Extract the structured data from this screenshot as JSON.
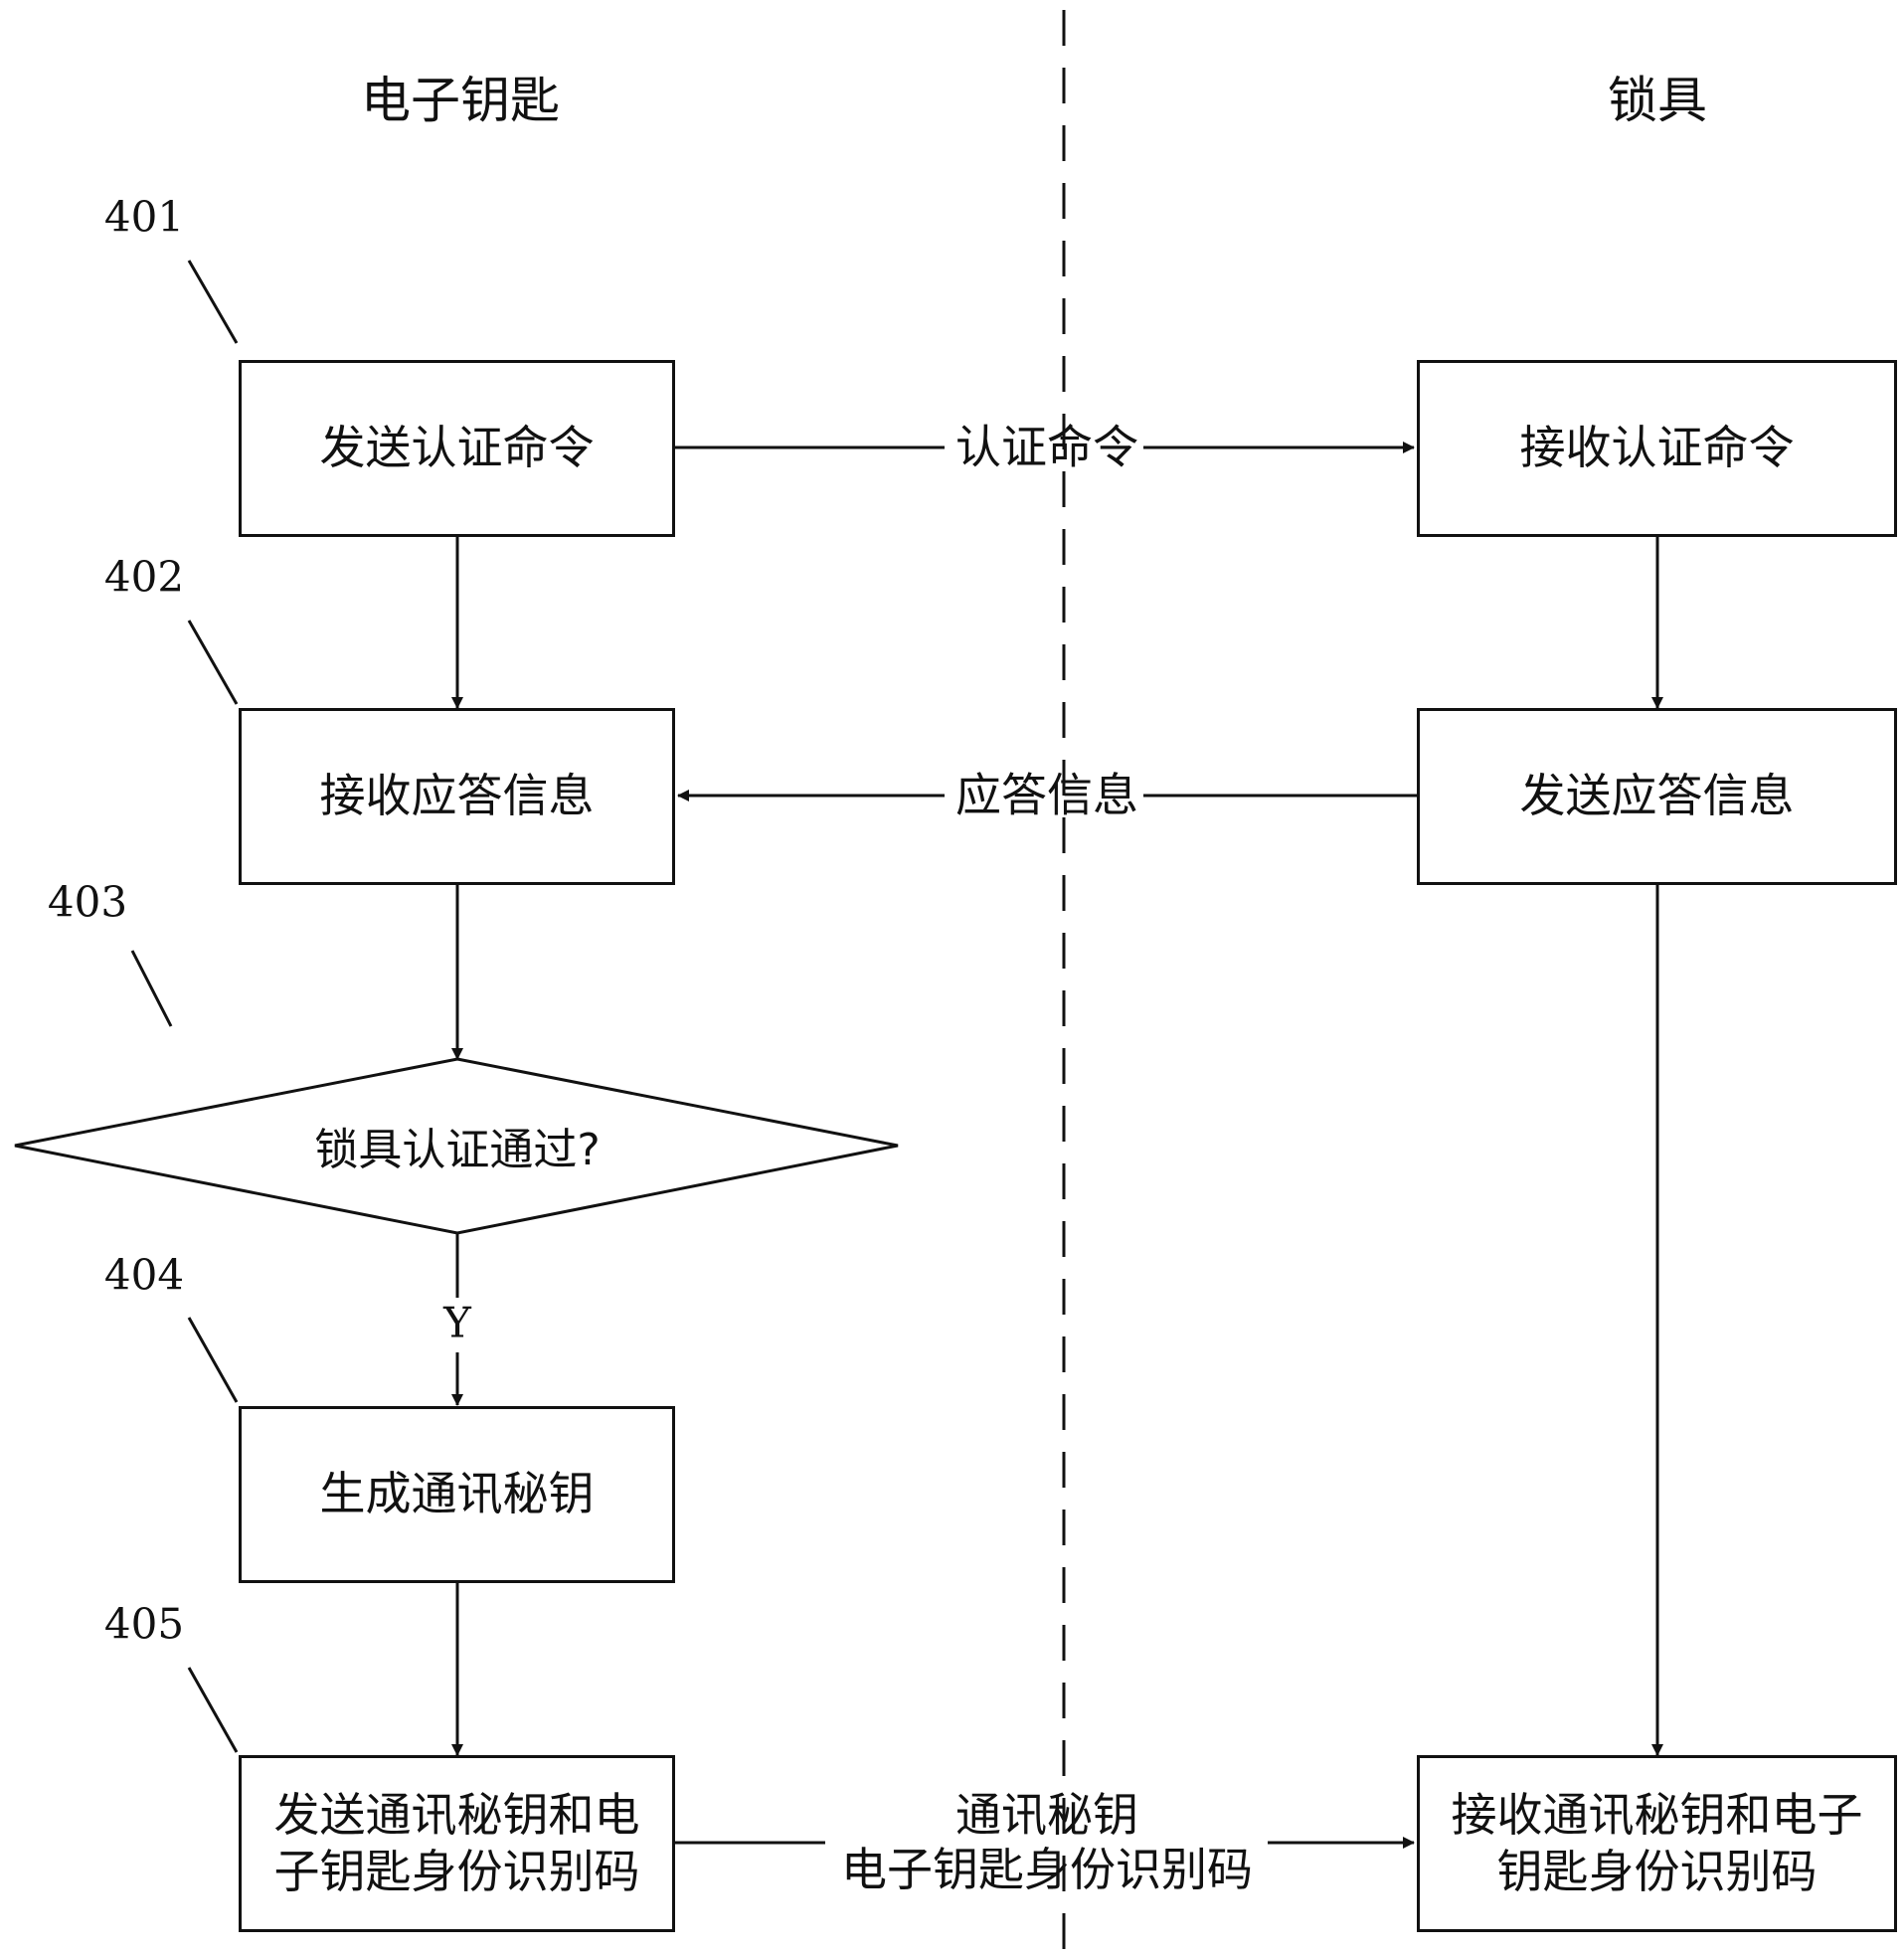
{
  "lanes": {
    "left": "电子钥匙",
    "right": "锁具"
  },
  "steps": {
    "s401": "401",
    "s402": "402",
    "s403": "403",
    "s404": "404",
    "s405": "405"
  },
  "boxes": {
    "send_auth_cmd": "发送认证命令",
    "recv_answer": "接收应答信息",
    "gen_key": "生成通讯秘钥",
    "send_key_id": "发送通讯秘钥和电\n子钥匙身份识别码",
    "recv_auth_cmd": "接收认证命令",
    "send_answer": "发送应答信息",
    "recv_key_id": "接收通讯秘钥和电子\n钥匙身份识别码"
  },
  "decision": {
    "text": "锁具认证通过?",
    "yes_label": "Y"
  },
  "messages": {
    "auth_cmd": "认证命令",
    "answer_info": "应答信息",
    "key_id": "通讯秘钥\n电子钥匙身份识别码"
  }
}
